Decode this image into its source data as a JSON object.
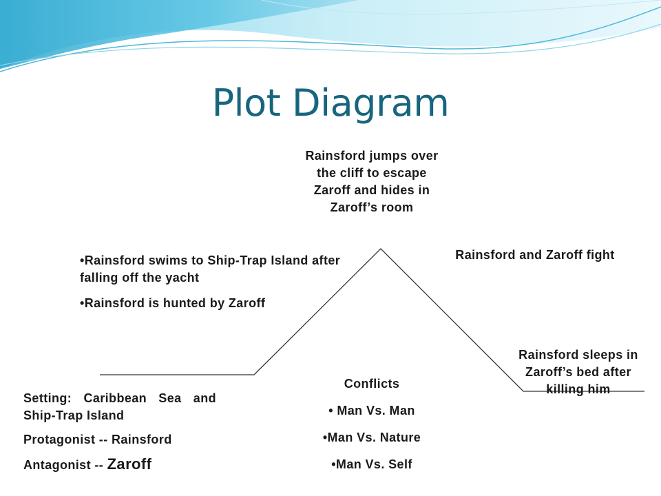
{
  "title": "Plot Diagram",
  "colors": {
    "title": "#17667e",
    "wave_light": "#aee3f0",
    "wave_mid": "#5fc4e2",
    "wave_dark": "#1f8fb3"
  },
  "climax": {
    "text": "Rainsford jumps over the cliff to escape Zaroff and hides in Zaroff’s room"
  },
  "rising_action": {
    "items": [
      "•Rainsford swims to Ship-Trap Island after falling off the yacht",
      "•Rainsford is hunted by Zaroff"
    ]
  },
  "falling_action": {
    "text": "Rainsford and Zaroff fight"
  },
  "resolution": {
    "text": "Rainsford sleeps in Zaroff’s bed after killing him"
  },
  "exposition": {
    "setting": "Setting:  Caribbean Sea and Ship-Trap Island",
    "protagonist": "Protagonist -- Rainsford",
    "antagonist_label": "Antagonist -- ",
    "antagonist_name": "Zaroff"
  },
  "conflicts": {
    "heading": "Conflicts",
    "items": [
      "•  Man Vs. Man",
      "•Man Vs. Nature",
      "•Man Vs. Self"
    ]
  }
}
